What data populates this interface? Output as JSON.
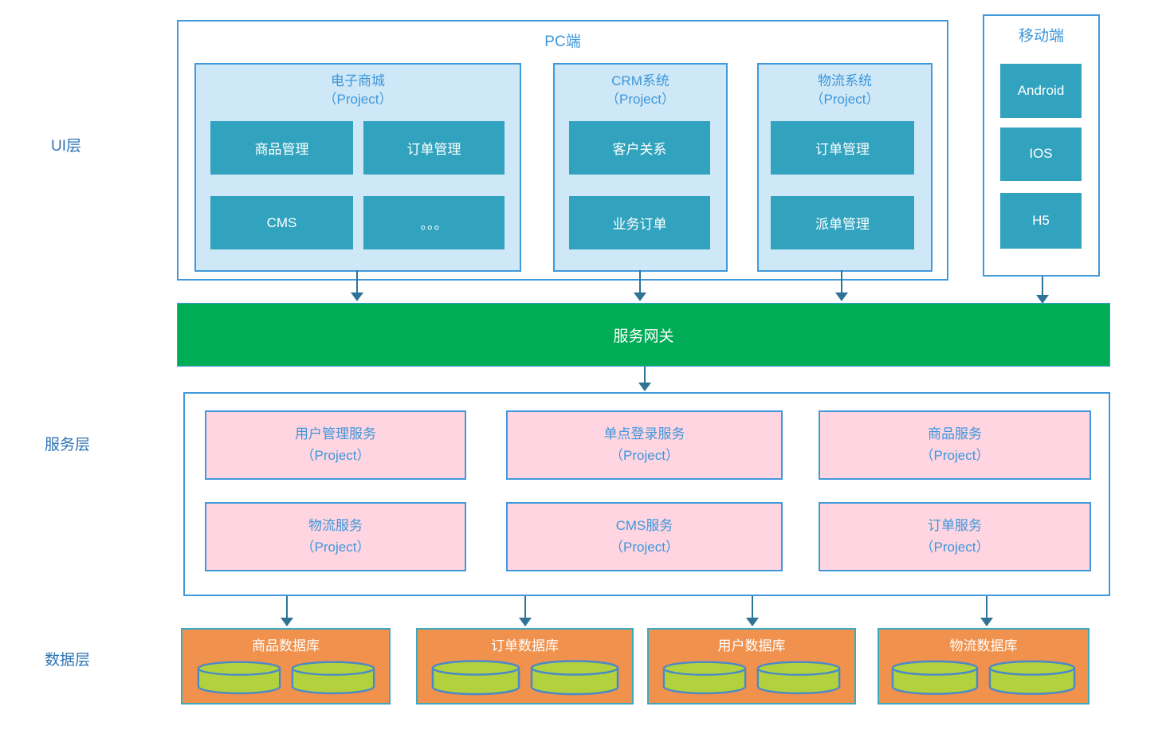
{
  "layers": {
    "ui": "UI层",
    "service": "服务层",
    "data": "数据层"
  },
  "pc": {
    "title": "PC端",
    "projects": [
      {
        "name": "电子商城",
        "subtitle": "（Project）",
        "modules": [
          "商品管理",
          "订单管理",
          "CMS",
          "。。。"
        ]
      },
      {
        "name": "CRM系统",
        "subtitle": "（Project）",
        "modules": [
          "客户关系",
          "业务订单"
        ]
      },
      {
        "name": "物流系统",
        "subtitle": "（Project）",
        "modules": [
          "订单管理",
          "派单管理"
        ]
      }
    ]
  },
  "mobile": {
    "title": "移动端",
    "modules": [
      "Android",
      "IOS",
      "H5"
    ]
  },
  "gateway": {
    "label": "服务网关"
  },
  "services": [
    {
      "name": "用户管理服务",
      "subtitle": "（Project）"
    },
    {
      "name": "单点登录服务",
      "subtitle": "（Project）"
    },
    {
      "name": "商品服务",
      "subtitle": "（Project）"
    },
    {
      "name": "物流服务",
      "subtitle": "（Project）"
    },
    {
      "name": "CMS服务",
      "subtitle": "（Project）"
    },
    {
      "name": "订单服务",
      "subtitle": "（Project）"
    }
  ],
  "databases": [
    {
      "name": "商品数据库"
    },
    {
      "name": "订单数据库"
    },
    {
      "name": "用户数据库"
    },
    {
      "name": "物流数据库"
    }
  ],
  "icons": {
    "database": "database-cylinder-icon"
  },
  "colors": {
    "border-blue": "#4199db",
    "title-blue": "#3e97db",
    "label-blue": "#2e74b5",
    "light-blue": "#cfe8f7",
    "teal": "#31a3be",
    "green": "#00ac55",
    "pink": "#ffd5e1",
    "orange": "#f0914d",
    "db-border": "#3baac0",
    "cyl-green": "#b2d13c",
    "cyl-border": "#4a89c8",
    "arrow": "#2f7496"
  }
}
